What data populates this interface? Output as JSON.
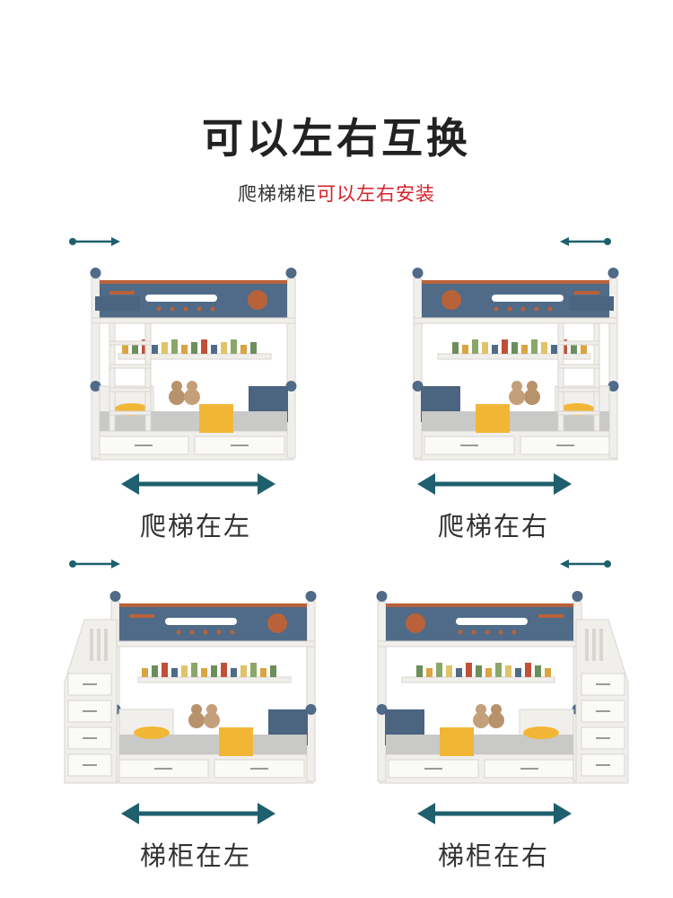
{
  "header": {
    "title": "可以左右互换",
    "subtitle_prefix": "爬梯梯柜",
    "subtitle_highlight": "可以左右安装"
  },
  "panels": [
    {
      "id": "ladder-left",
      "caption": "爬梯在左",
      "accessory": "ladder",
      "side": "left"
    },
    {
      "id": "ladder-right",
      "caption": "爬梯在右",
      "accessory": "ladder",
      "side": "right"
    },
    {
      "id": "stairs-left",
      "caption": "梯柜在左",
      "accessory": "stair-cabinet",
      "side": "left"
    },
    {
      "id": "stairs-right",
      "caption": "梯柜在右",
      "accessory": "stair-cabinet",
      "side": "right"
    }
  ],
  "colors": {
    "arrow": "#1f5f6e",
    "panel_blue": "#4f6b88",
    "wood": "#b9623a",
    "frame": "#f1efec",
    "frame_shade": "#d9d6d1",
    "mattress": "#c9c9c7",
    "blanket": "#f2b637",
    "pillow_dark": "#4b6480",
    "highlight": "#d8202a"
  },
  "icons": [
    "direction-arrow-icon",
    "double-arrow-icon",
    "bunk-bed-illustration"
  ]
}
